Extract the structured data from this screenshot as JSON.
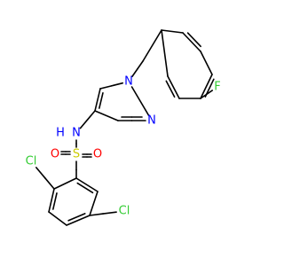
{
  "colors": {
    "carbon": "#000000",
    "nitrogen": "#0000FF",
    "oxygen": "#FF0000",
    "sulfur": "#CCCC00",
    "fluorine": "#33CC33",
    "chlorine": "#33CC33"
  },
  "atom_labels": {
    "n_pyrazole_1": "N",
    "n_pyrazole_2": "N",
    "nh_sulfonamide": "N",
    "h_sulfonamide": "H",
    "sulfur": "S",
    "oxygen_left": "O",
    "oxygen_right": "O",
    "fluorine": "F",
    "chlorine_ortho": "Cl",
    "chlorine_meta": "Cl"
  }
}
